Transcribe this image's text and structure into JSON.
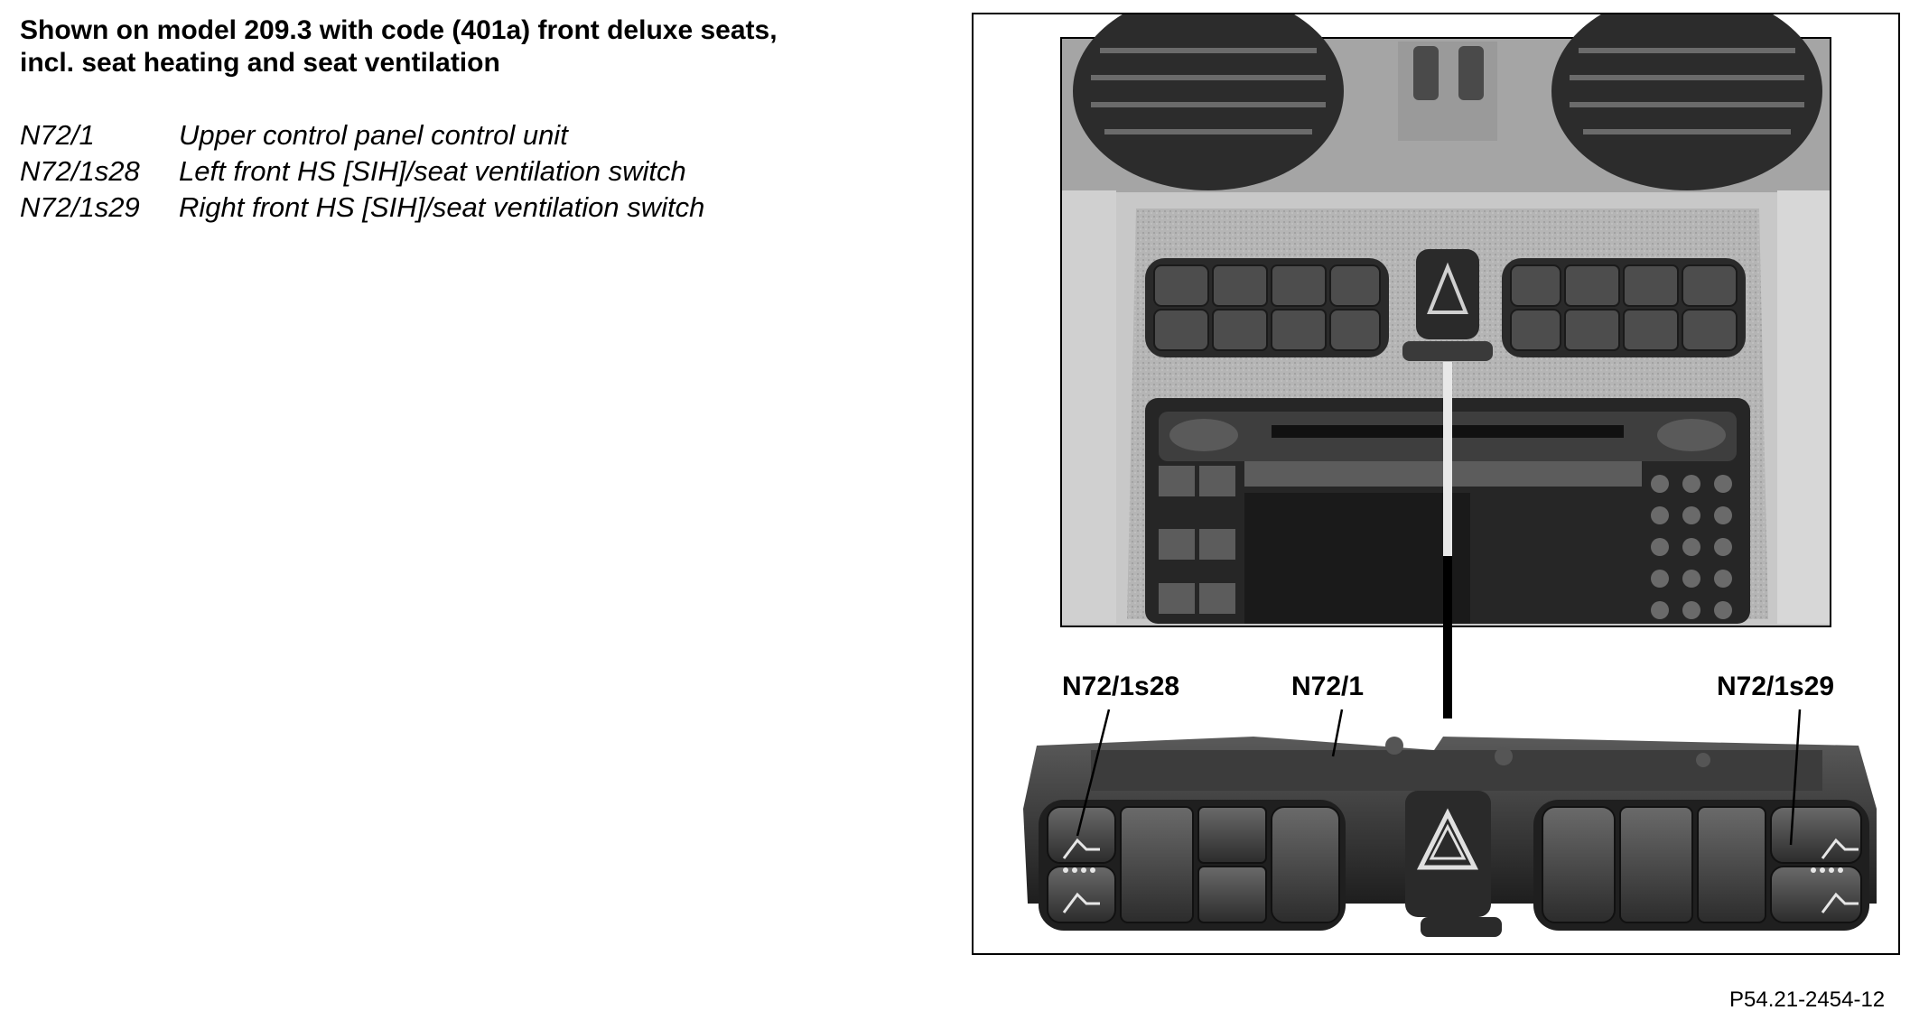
{
  "title": {
    "line1": "Shown on model 209.3 with code (401a) front deluxe seats,",
    "line2": "incl. seat heating and seat ventilation"
  },
  "legend": [
    {
      "code": "N72/1",
      "desc": "Upper control panel control unit"
    },
    {
      "code": "N72/1s28",
      "desc": "Left front HS [SIH]/seat ventilation switch"
    },
    {
      "code": "N72/1s29",
      "desc": "Right front HS [SIH]/seat ventilation switch"
    }
  ],
  "callouts": {
    "left": "N72/1s28",
    "center": "N72/1",
    "right": "N72/1s29"
  },
  "figure_number": "P54.21-2454-12",
  "colors": {
    "dash_gray": "#8f8f8f",
    "console_dark": "#2a2a2a",
    "button_dark": "#3a3a3a",
    "hazard_red": "#6a6a6a"
  },
  "figure_icons": [
    "dashboard-photo",
    "control-panel-photo",
    "hazard-triangle-icon",
    "seat-heating-icon",
    "seat-ventilation-icon"
  ]
}
